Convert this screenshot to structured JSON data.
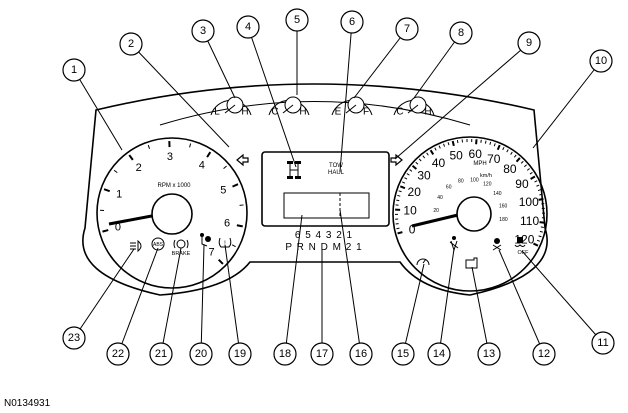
{
  "figure_id": "N0134931",
  "tachometer": {
    "numbers": [
      "0",
      "1",
      "2",
      "3",
      "4",
      "5",
      "6",
      "7"
    ],
    "unit_label": "RPM x 1000"
  },
  "speedometer": {
    "mph_numbers": [
      "0",
      "10",
      "20",
      "30",
      "40",
      "50",
      "60",
      "70",
      "80",
      "90",
      "100",
      "110",
      "120"
    ],
    "kmh_numbers": [
      "20",
      "40",
      "60",
      "80",
      "100",
      "120",
      "140",
      "160",
      "180"
    ],
    "mph_label": "MPH",
    "kmh_label": "km/h"
  },
  "gauges": [
    {
      "left": "L",
      "right": "H"
    },
    {
      "left": "C",
      "right": "H"
    },
    {
      "left": "E",
      "right": "F"
    },
    {
      "left": "C",
      "right": "H"
    }
  ],
  "center_display": {
    "tow_haul_line1": "TOW",
    "tow_haul_line2": "HAUL"
  },
  "gear_numbers": "6 5 4 3 2 1",
  "gear_letters": "P R N D M 2 1",
  "brake_label": "BRAKE",
  "off_label": "OFF",
  "abs_label": "ABS",
  "callouts": [
    "1",
    "2",
    "3",
    "4",
    "5",
    "6",
    "7",
    "8",
    "9",
    "10",
    "11",
    "12",
    "13",
    "14",
    "15",
    "16",
    "17",
    "18",
    "19",
    "20",
    "21",
    "22",
    "23"
  ]
}
